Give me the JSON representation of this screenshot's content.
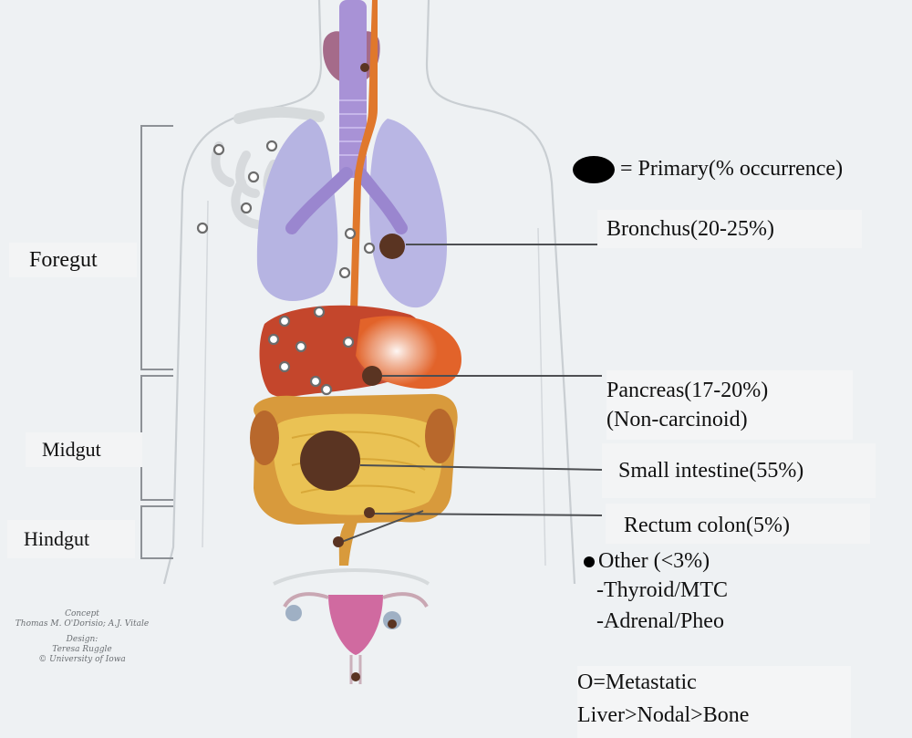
{
  "legend": {
    "primary_symbol": "●",
    "primary_text": "= Primary(% occurrence)"
  },
  "regions": {
    "foregut": "Foregut",
    "midgut": "Midgut",
    "hindgut": "Hindgut"
  },
  "sites": [
    {
      "label": "Bronchus(20-25%)"
    },
    {
      "label": "Pancreas(17-20%)",
      "sublabel": "(Non-carcinoid)"
    },
    {
      "label": "Small intestine(55%)"
    },
    {
      "label": "Rectum colon(5%)"
    }
  ],
  "other": {
    "title": "Other (<3%)",
    "items": [
      "-Thyroid/MTC",
      "-Adrenal/Pheo"
    ]
  },
  "metastatic": {
    "line1": "O=Metastatic",
    "line2": "Liver>Nodal>Bone"
  },
  "credits": {
    "concept_label": "Concept",
    "concept_names": "Thomas M. O'Dorisio; A.J. Vitale",
    "design_label": "Design:",
    "design_names": "Teresa Ruggle",
    "design_org": "© University of Iowa"
  },
  "colors": {
    "background": "#eef1f3",
    "lung": "#b6b4e2",
    "trachea": "#a892d6",
    "esophagus": "#e0782c",
    "liver": "#c4462c",
    "small_intestine": "#e8b84a",
    "colon": "#d89a3c",
    "primary_tumor": "#5a3422",
    "uterus": "#d06aa0"
  }
}
